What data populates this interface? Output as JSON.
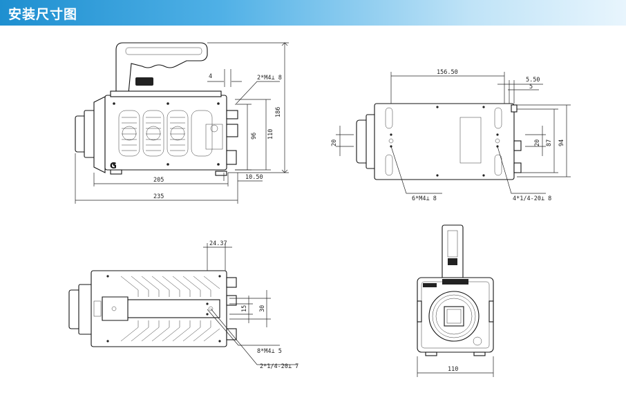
{
  "page": {
    "title": "安装尺寸图"
  },
  "side_view": {
    "dims": {
      "d4": "4",
      "thread_top": "2*M4⊥ 8",
      "h186": "186",
      "h110": "110",
      "h96": "96",
      "w205": "205",
      "w235": "235",
      "w10_50": "10.50"
    }
  },
  "top_view": {
    "dims": {
      "w156_50": "156.50",
      "w5_50": "5.50",
      "w5": "5",
      "h20_left": "20",
      "h20_right": "20",
      "h87": "87",
      "h94": "94",
      "thread_m4": "6*M4⊥ 8",
      "thread_quarter": "4*1/4-20⊥ 8"
    }
  },
  "bottom_view": {
    "dims": {
      "w24_37": "24.37",
      "h15": "15",
      "h30": "30",
      "thread_m4": "8*M4⊥ 5",
      "thread_quarter": "2*1/4-20⊥ 7"
    }
  },
  "front_view": {
    "dims": {
      "w110": "110"
    }
  }
}
